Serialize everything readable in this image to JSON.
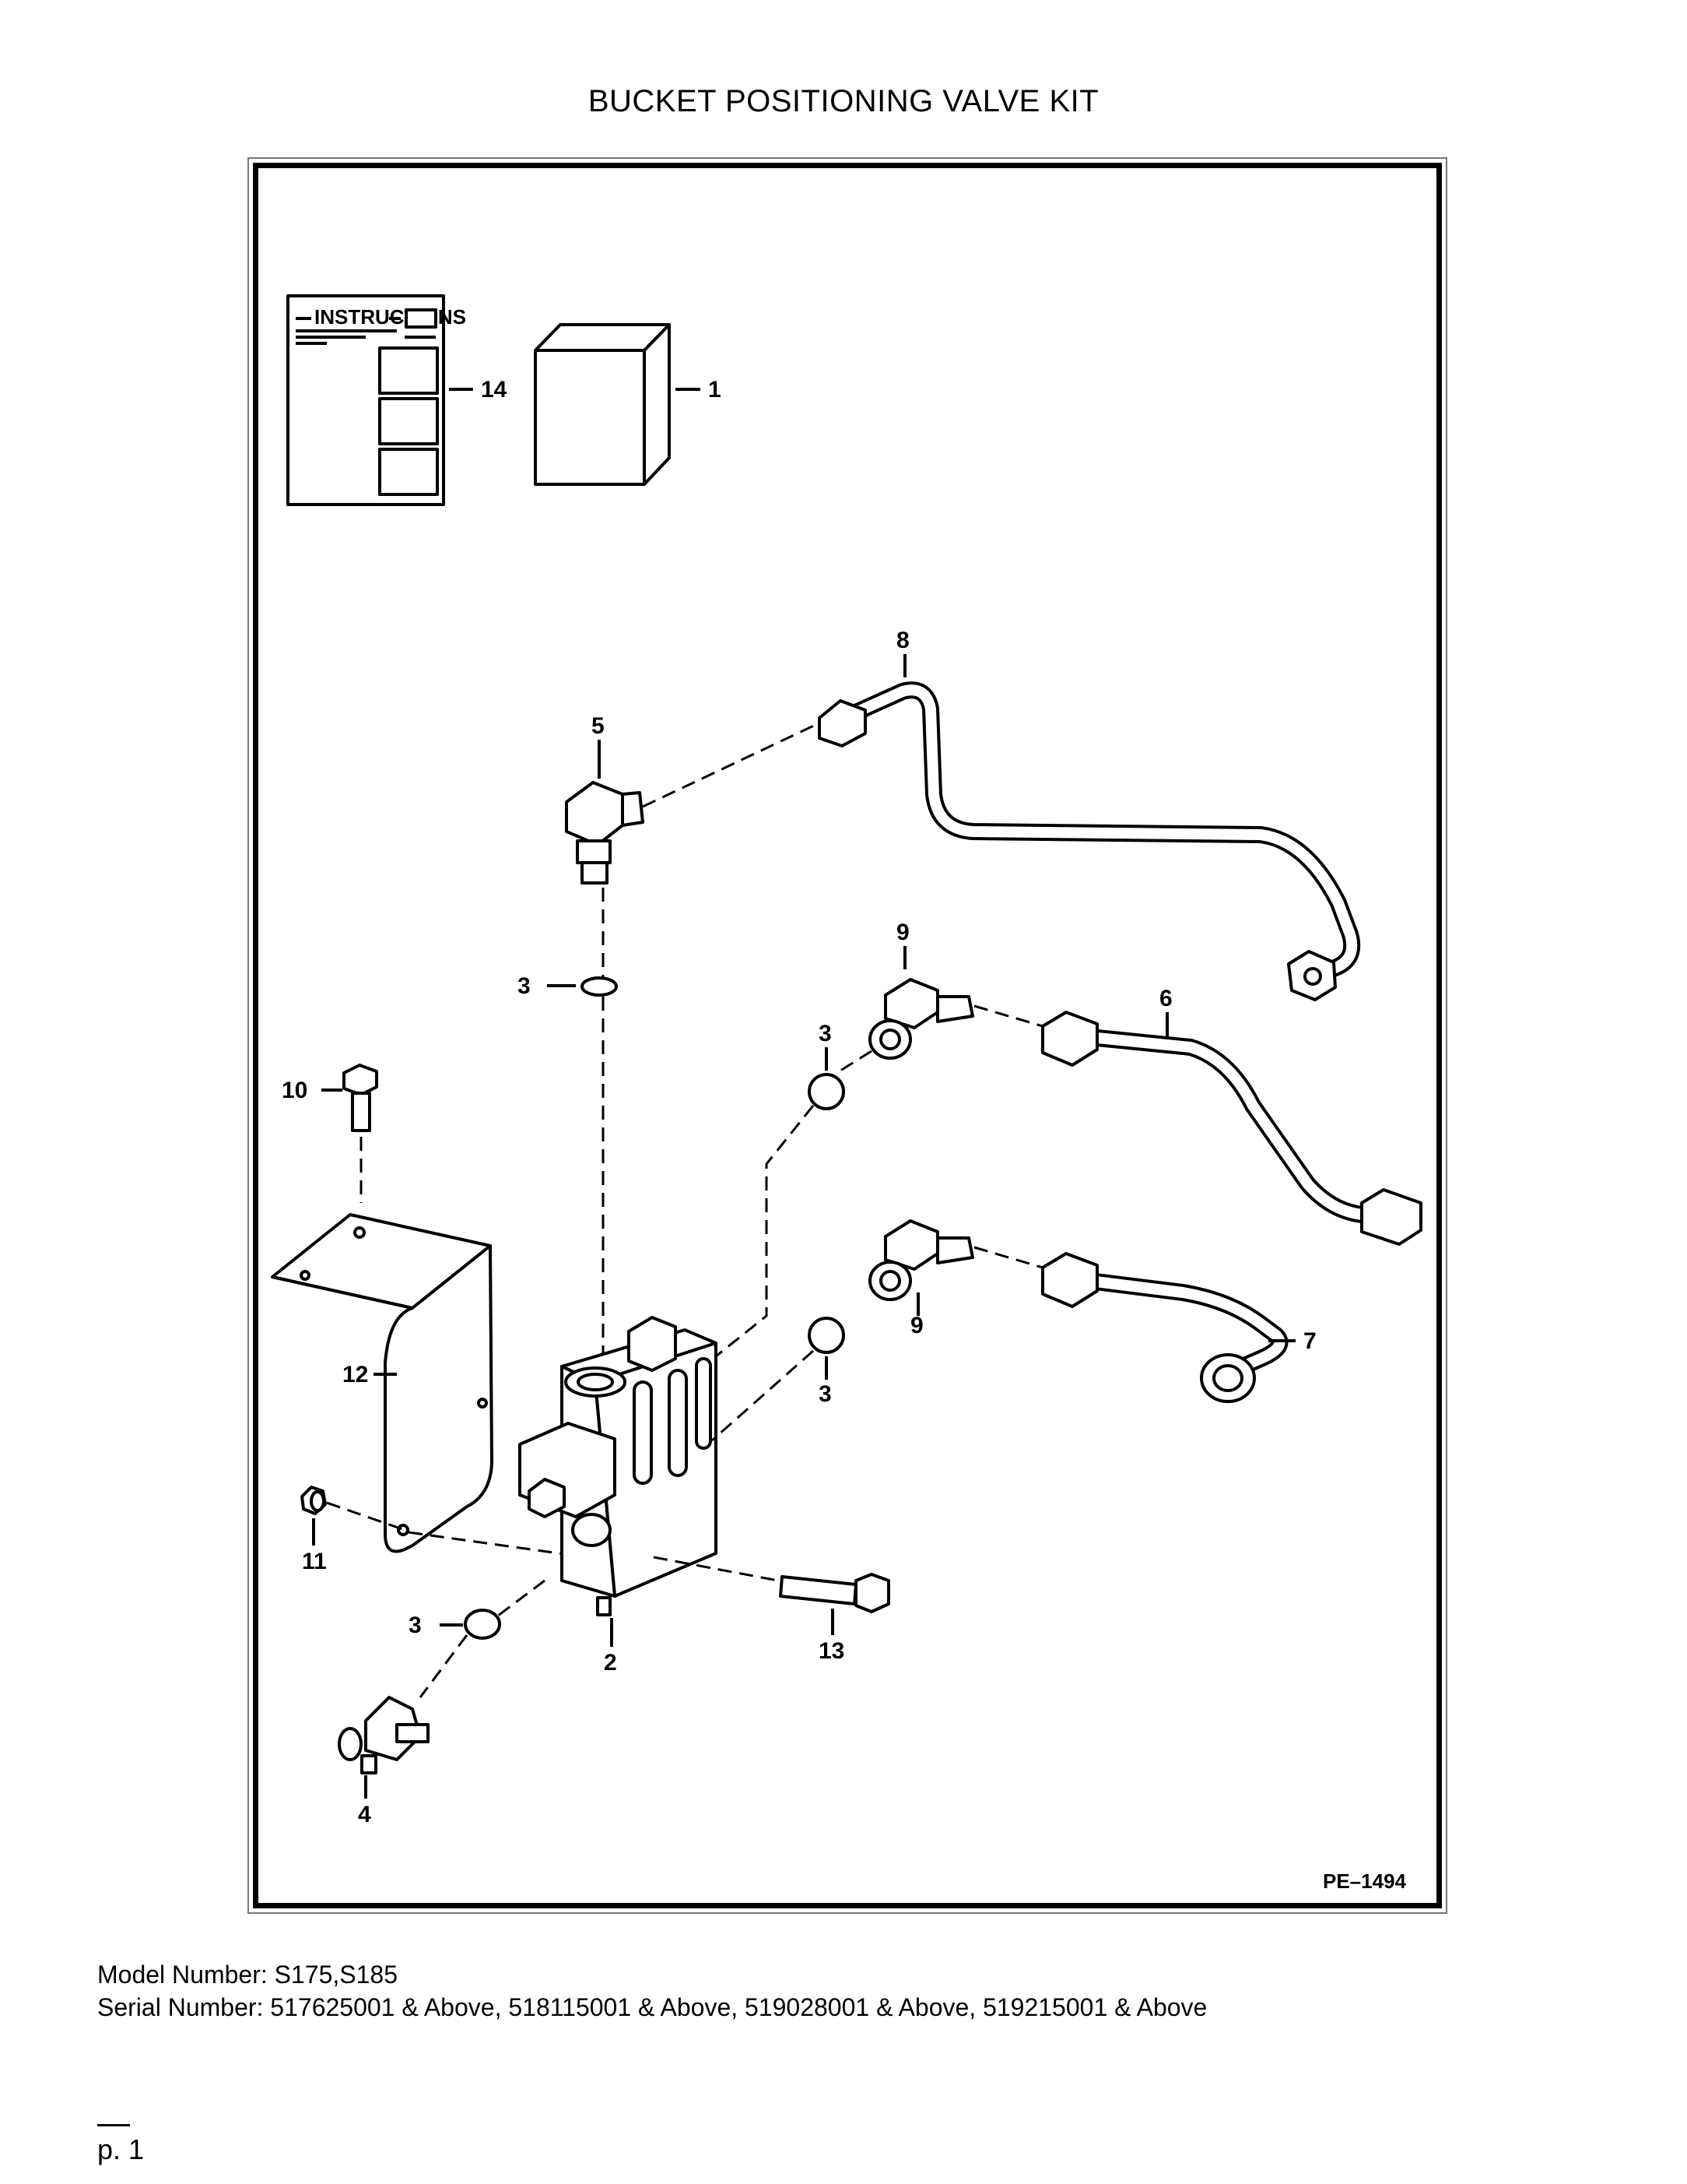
{
  "title": "BUCKET POSITIONING VALVE KIT",
  "diagram": {
    "reference_code": "PE–1494",
    "instructions_sheet_header": "INSTRUCTIONS",
    "callouts": {
      "c1": "1",
      "c2": "2",
      "c3a": "3",
      "c3b": "3",
      "c3c": "3",
      "c3d": "3",
      "c4": "4",
      "c5": "5",
      "c6": "6",
      "c7": "7",
      "c8": "8",
      "c9a": "9",
      "c9b": "9",
      "c10": "10",
      "c11": "11",
      "c12": "12",
      "c13": "13",
      "c14": "14"
    }
  },
  "footer": {
    "model": "Model Number: S175,S185",
    "serial": "Serial Number: 517625001 & Above, 518115001 & Above, 519028001 & Above, 519215001 & Above"
  },
  "page_label": "p. 1"
}
